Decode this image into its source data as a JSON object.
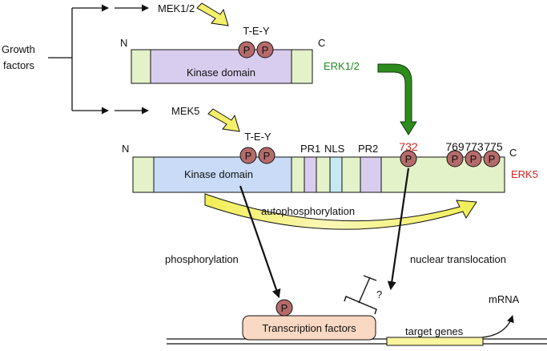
{
  "inputs": {
    "growth_line1": "Growth",
    "growth_line2": "factors",
    "mek12": "MEK1/2",
    "mek5": "MEK5"
  },
  "erk12": {
    "n_label": "N",
    "c_label": "C",
    "motif": "T-E-Y",
    "domain": "Kinase domain",
    "name": "ERK1/2",
    "phospho": "P"
  },
  "erk5": {
    "n_label": "N",
    "c_label": "C",
    "motif": "T-E-Y",
    "domain": "Kinase domain",
    "name": "ERK5",
    "pr1": "PR1",
    "nls": "NLS",
    "pr2": "PR2",
    "site_732": "732",
    "site_769": "769",
    "site_773": "773",
    "site_775": "775",
    "phospho": "P"
  },
  "processes": {
    "autophosphorylation": "autophosphorylation",
    "phosphorylation": "phosphorylation",
    "nuclear_translocation": "nuclear translocation",
    "question": "?"
  },
  "bottom": {
    "transcription_factors": "Transcription factors",
    "target_genes": "target genes",
    "mrna": "mRNA",
    "phospho": "P"
  },
  "colors": {
    "domain_box_fill": "#e3f2c8",
    "erk12_kinase_fill": "#d9cdef",
    "erk5_kinase_fill": "#c9dbf7",
    "pr_fill": "#d9cdef",
    "nls_fill": "#c6e8f3",
    "phospho_fill": "#b56b6b",
    "yellow_arrow": "#f4f06a",
    "green_arrow": "#2e8b1e",
    "erk12_label": "#1f8a1f",
    "erk5_label": "#d8231f",
    "tf_fill": "#f9d9c4",
    "gene_fill": "#fbf5a0"
  }
}
